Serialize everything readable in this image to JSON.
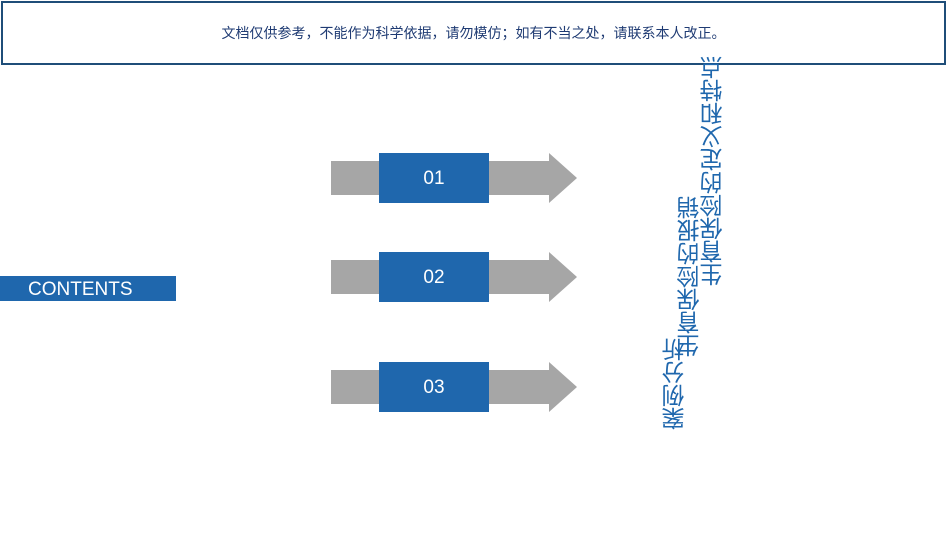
{
  "banner": {
    "text": "文档仅供参考，不能作为科学依据，请勿模仿；如有不当之处，请联系本人改正。"
  },
  "contents_label": "CONTENTS",
  "items": [
    {
      "number": "01"
    },
    {
      "number": "02"
    },
    {
      "number": "03"
    }
  ],
  "toc": {
    "line_1": "案例分析",
    "line_2": "生育保险的报销",
    "line_3": "生育保险的定义和特点"
  },
  "colors": {
    "accent": "#1f67ad",
    "arrow_gray": "#a6a6a6",
    "border": "#1f4e79"
  }
}
